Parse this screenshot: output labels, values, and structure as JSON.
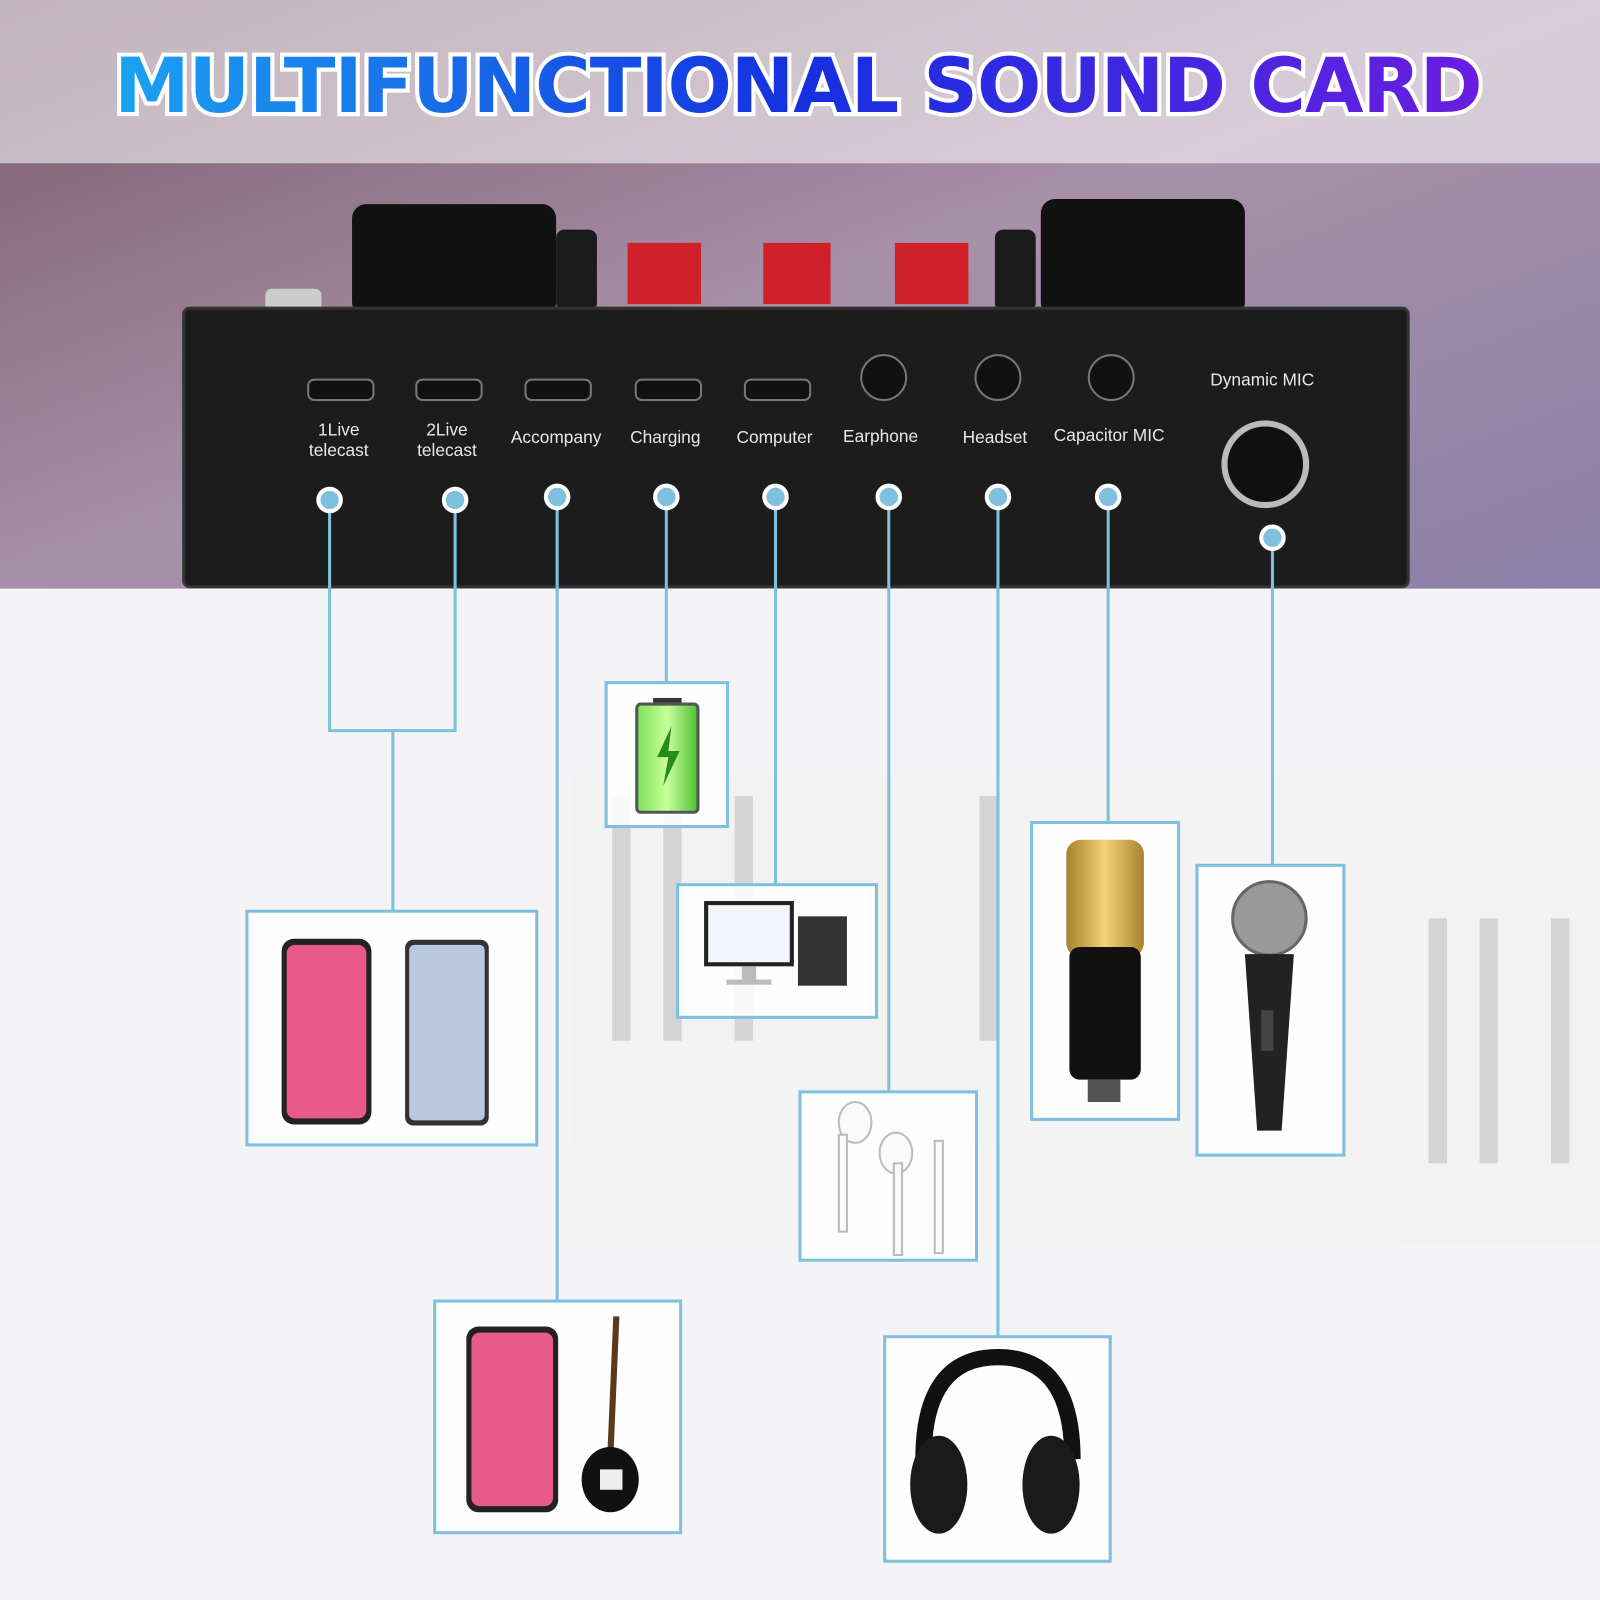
{
  "title": {
    "part1": "MULTIFUNCTIONAL",
    "part2": "SOUND CARD"
  },
  "ports": [
    {
      "line1": "1Live",
      "line2": "telecast"
    },
    {
      "line1": "2Live",
      "line2": "telecast"
    },
    {
      "label": "Accompany"
    },
    {
      "label": "Charging"
    },
    {
      "label": "Computer"
    },
    {
      "label": "Earphone"
    },
    {
      "label": "Headset"
    },
    {
      "label": "Capacitor MIC"
    },
    {
      "label": "Dynamic MIC"
    }
  ],
  "colors": {
    "line": "#7ec0de",
    "title_start": "#1aa3f0",
    "title_mid": "#1530e0",
    "title_end": "#6a1ee0",
    "device": "#1c1c1c",
    "knob_red": "#d0202a"
  },
  "devices": [
    "smartphones-icon",
    "battery-icon",
    "computer-icon",
    "earphones-icon",
    "headphones-icon",
    "condenser-mic-icon",
    "dynamic-mic-icon",
    "phone-and-guitar-icon"
  ]
}
